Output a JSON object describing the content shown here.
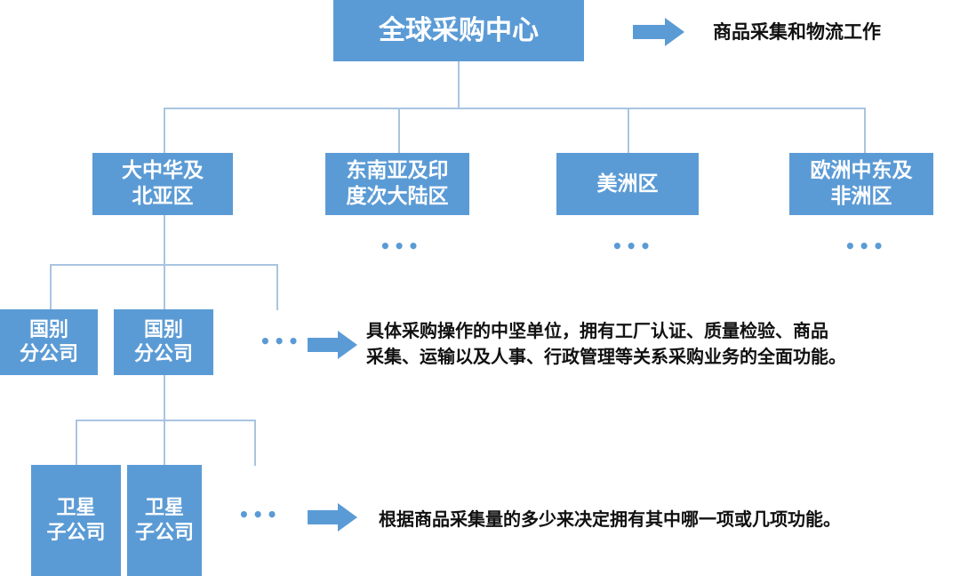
{
  "colors": {
    "box": "#5b9bd5",
    "line": "#a9c4e0",
    "text": "#111111"
  },
  "top": {
    "title": "全球采购中心",
    "note": "商品采集和物流工作"
  },
  "regions": [
    {
      "label": "大中华及\n北亚区"
    },
    {
      "label": "东南亚及印\n度次大陆区"
    },
    {
      "label": "美洲区"
    },
    {
      "label": "欧洲中东及\n非洲区"
    }
  ],
  "branches": [
    {
      "label": "国别\n分公司"
    },
    {
      "label": "国别\n分公司"
    }
  ],
  "branch_note": "具体采购操作的中坚单位，拥有工厂认证、质量检验、商品\n采集、运输以及人事、行政管理等关系采购业务的全面功能。",
  "satellites": [
    {
      "label": "卫星\n子公司"
    },
    {
      "label": "卫星\n子公司"
    }
  ],
  "satellite_note": "根据商品采集量的多少来决定拥有其中哪一项或几项功能。",
  "ellipsis": "•••"
}
